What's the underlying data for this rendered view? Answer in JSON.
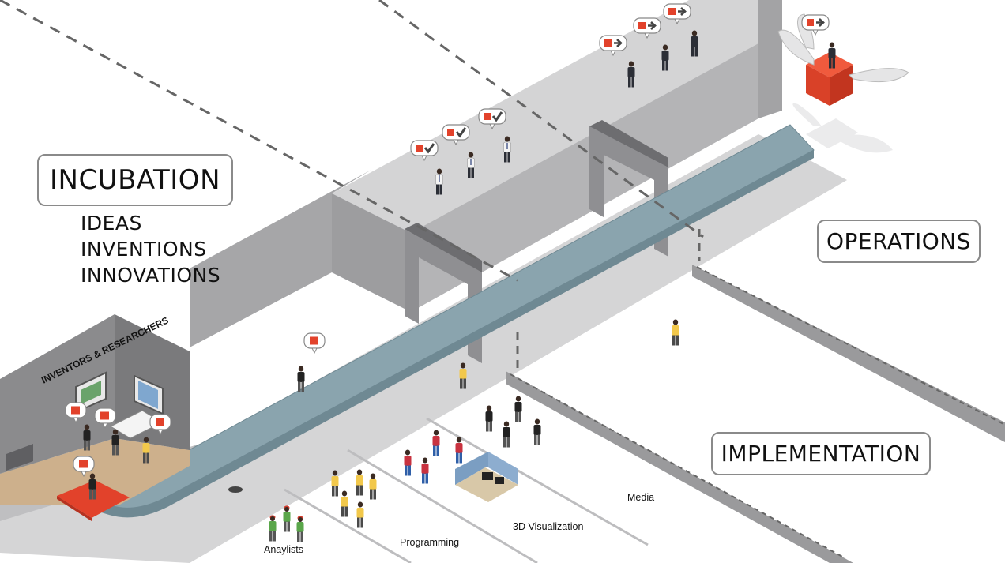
{
  "stages": {
    "incubation": {
      "title": "INCUBATION",
      "items": [
        "IDEAS",
        "INVENTIONS",
        "INNOVATIONS"
      ]
    },
    "operations": {
      "title": "OPERATIONS"
    },
    "implementation": {
      "title": "IMPLEMENTATION"
    }
  },
  "room_sign": "INVENTORS & RESEARCHERS",
  "teams": [
    "Anaylists",
    "Programming",
    "3D Visualization",
    "Media"
  ],
  "colors": {
    "conveyor": "#8aa4ae",
    "wall_top": "#cfcfd0",
    "wall_side": "#a9a9ab",
    "accent_red": "#e2422b",
    "dashed_line": "#666666"
  },
  "icons": {
    "idea": "red-square-speech-bubble-icon",
    "approved": "red-square-checkmark-bubble-icon",
    "forward": "red-square-arrow-bubble-icon"
  }
}
